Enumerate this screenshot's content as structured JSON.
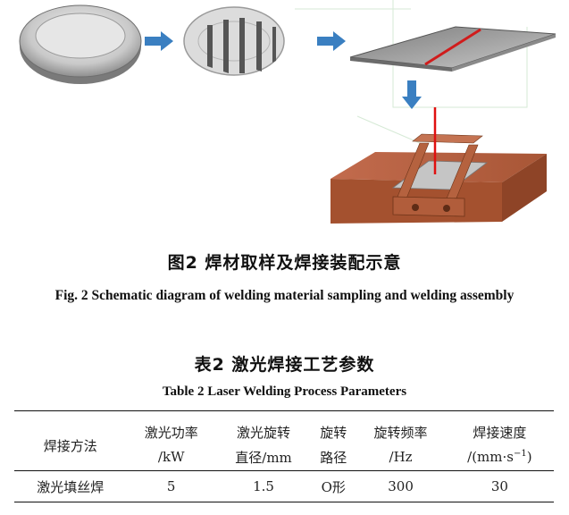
{
  "figure": {
    "caption_cn": "图2 焊材取样及焊接装配示意",
    "caption_en": "Fig. 2 Schematic diagram of welding material sampling and welding assembly"
  },
  "table": {
    "caption_cn": "表2 激光焊接工艺参数",
    "caption_en": "Table 2 Laser Welding Process Parameters",
    "headers": [
      {
        "line1": "焊接方法",
        "line2": ""
      },
      {
        "line1": "激光功率",
        "line2": "/kW"
      },
      {
        "line1": "激光旋转",
        "line2": "直径/mm"
      },
      {
        "line1": "旋转",
        "line2": "路径"
      },
      {
        "line1": "旋转频率",
        "line2": "/Hz"
      },
      {
        "line1": "焊接速度",
        "line2": "/(mm·s",
        "line2_sup": "−1",
        "line2_tail": ")"
      }
    ],
    "rows": [
      [
        "激光填丝焊",
        "5",
        "1.5",
        "O形",
        "300",
        "30"
      ]
    ]
  },
  "colors": {
    "arrow": "#3a7fc1",
    "weld_line": "#d01c1c",
    "fixture": "#b05a3c",
    "plate": "#b9b9b9"
  }
}
